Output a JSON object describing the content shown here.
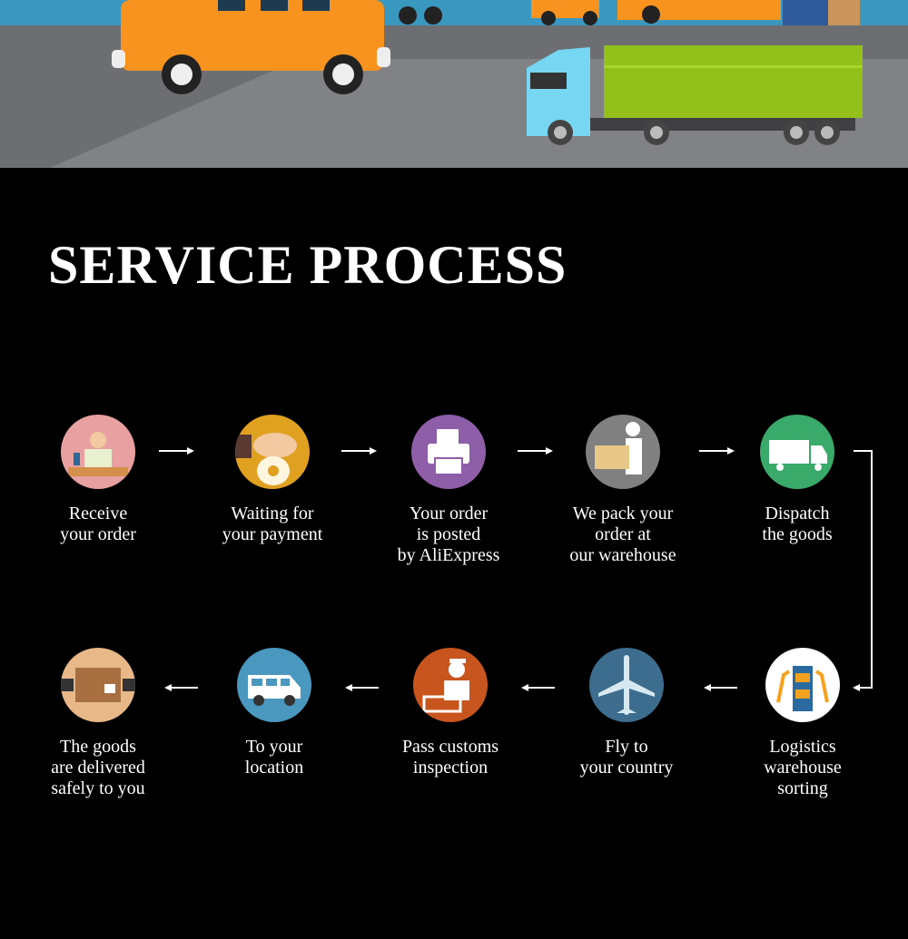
{
  "title": "SERVICE PROCESS",
  "steps": [
    {
      "label": "Receive\nyour order",
      "icon": "person-laptop-icon",
      "color": "#e8a0a0"
    },
    {
      "label": "Waiting for\nyour payment",
      "icon": "money-bag-icon",
      "color": "#e0a020"
    },
    {
      "label": "Your order\nis posted\nby AliExpress",
      "icon": "printer-icon",
      "color": "#8e5ea8"
    },
    {
      "label": "We pack your\norder at\nour warehouse",
      "icon": "packing-person-icon",
      "color": "#808080"
    },
    {
      "label": "Dispatch\nthe goods",
      "icon": "truck-icon",
      "color": "#3aaa6a"
    },
    {
      "label": "Logistics\nwarehouse\nsorting",
      "icon": "warehouse-robot-icon",
      "color": "#ffffff"
    },
    {
      "label": "Fly to\nyour country",
      "icon": "airplane-icon",
      "color": "#3d6d8e"
    },
    {
      "label": "Pass customs\ninspection",
      "icon": "customs-officer-icon",
      "color": "#c8541e"
    },
    {
      "label": "To your\nlocation",
      "icon": "van-icon",
      "color": "#4a98c0"
    },
    {
      "label": "The goods\nare delivered\nsafely to you",
      "icon": "package-delivery-icon",
      "color": "#e8b888"
    }
  ]
}
